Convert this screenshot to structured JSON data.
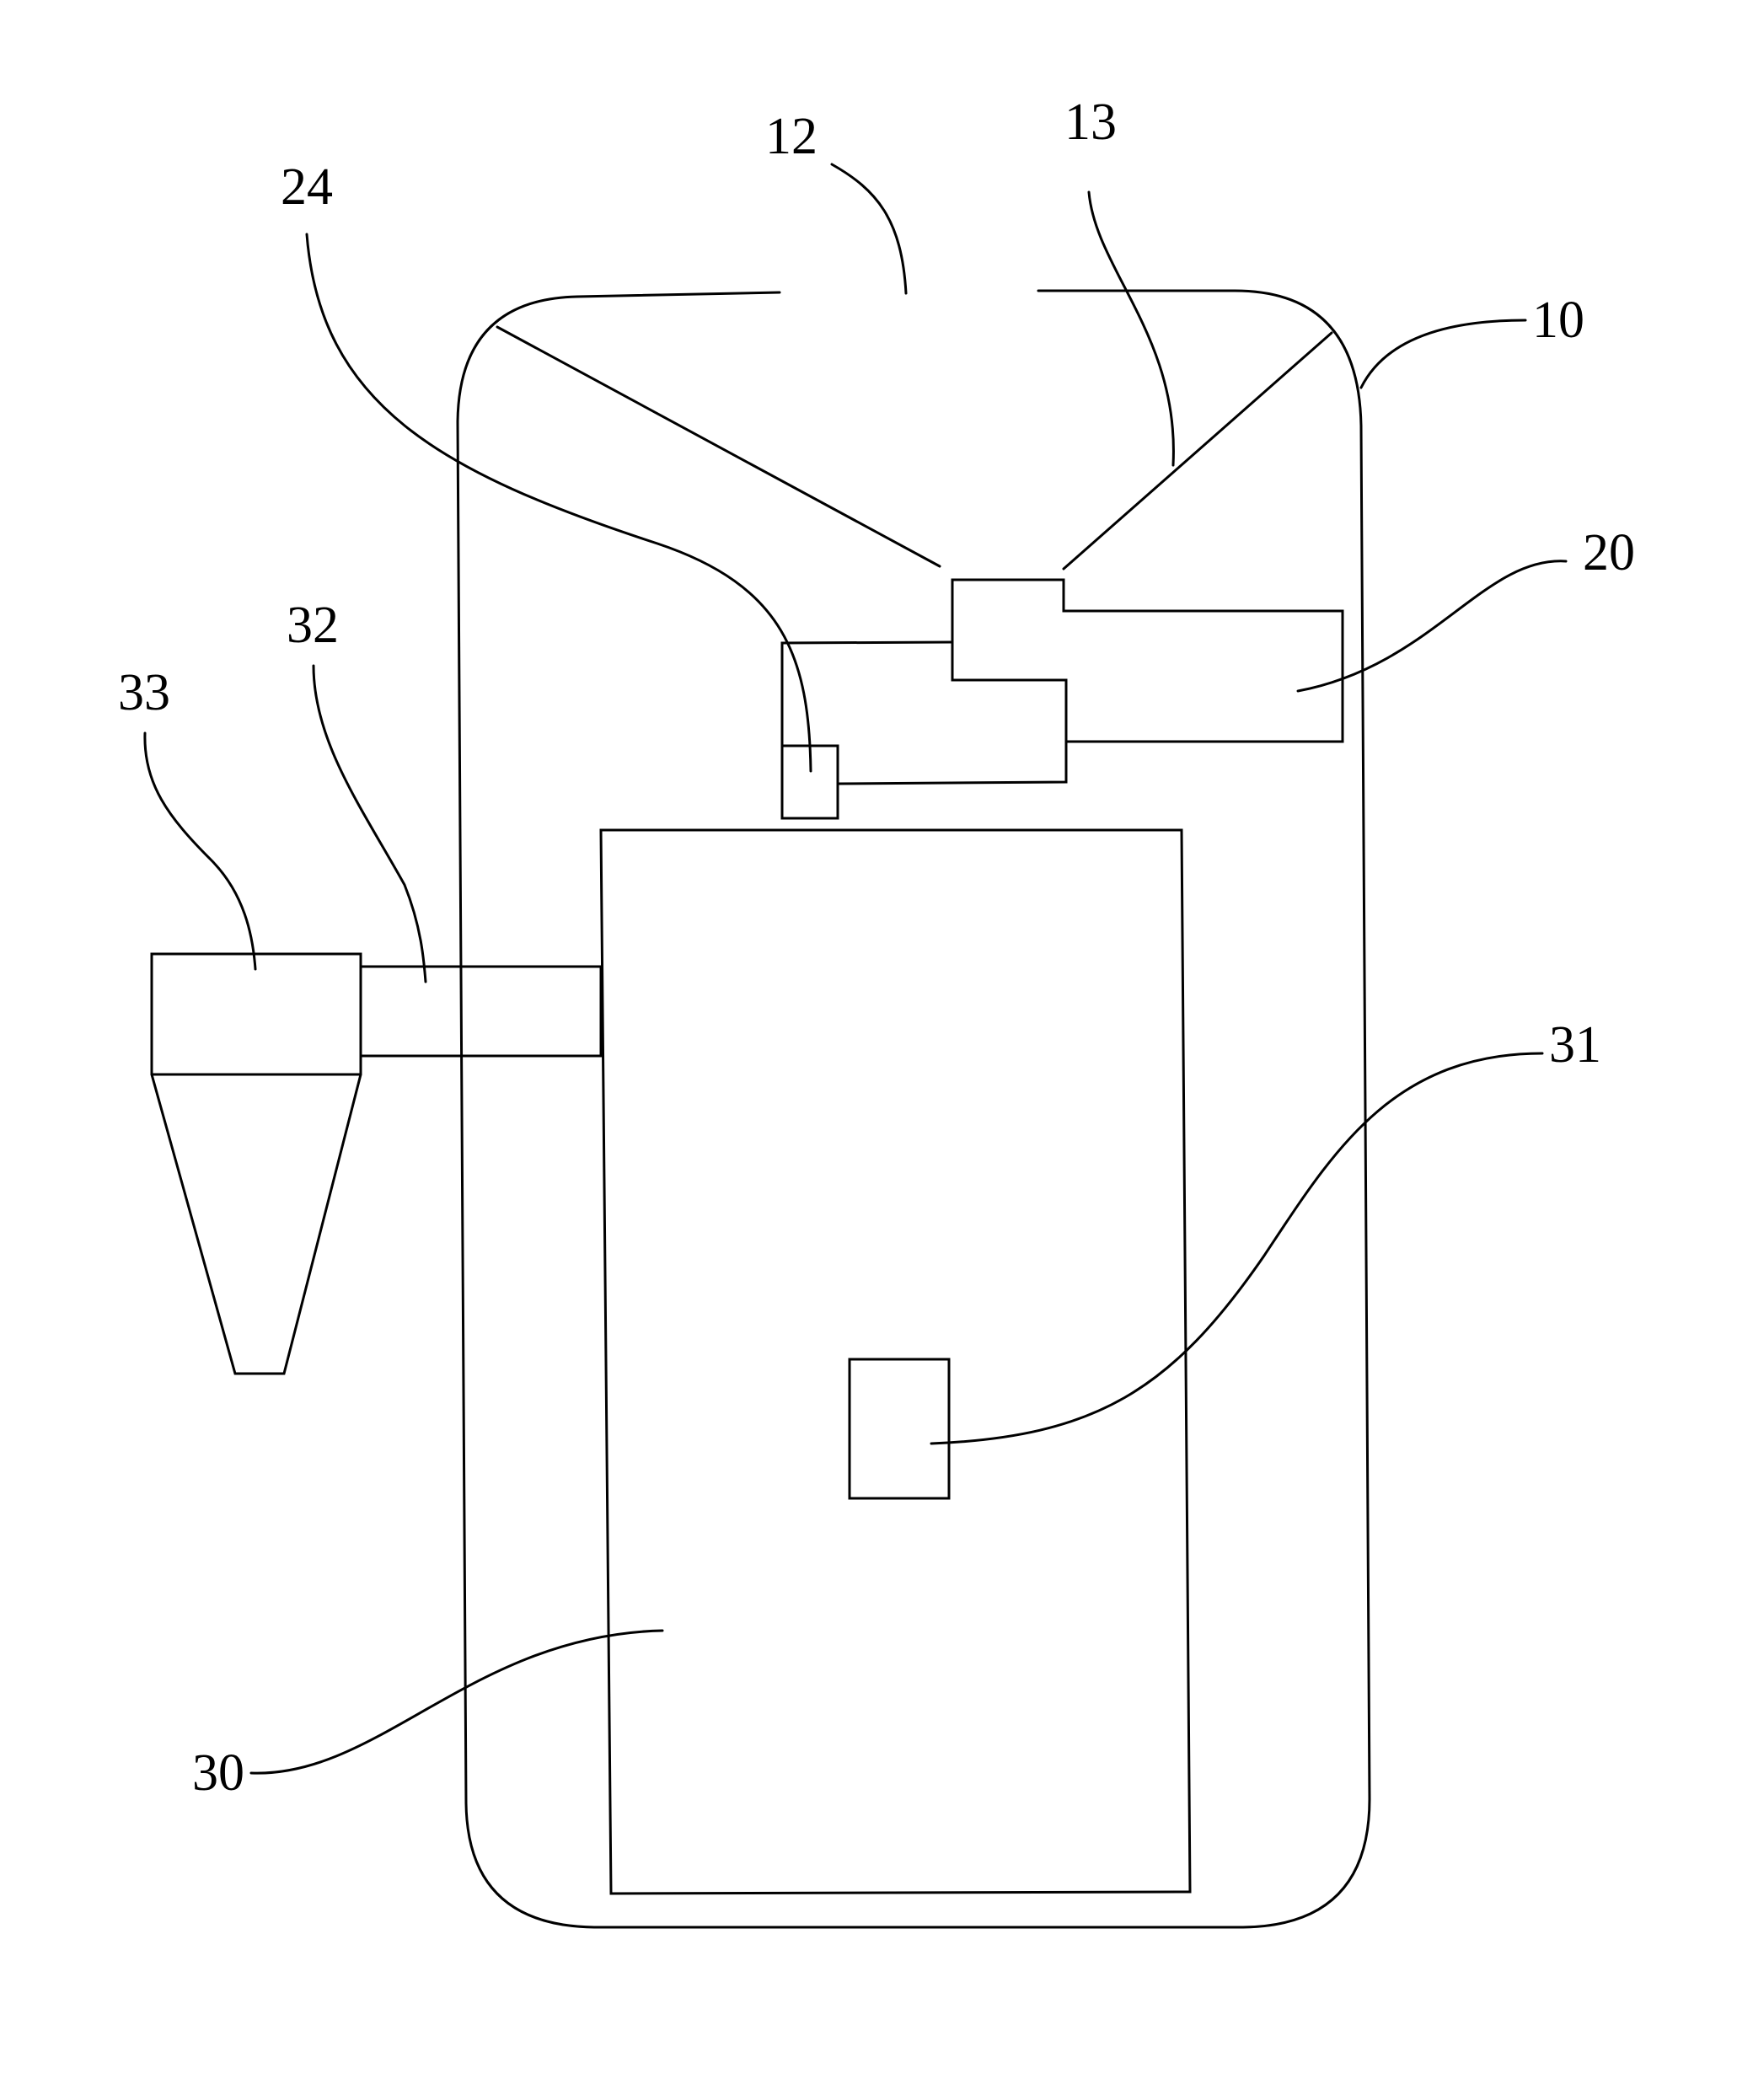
{
  "figure": {
    "labels": {
      "housing": "10",
      "top_opening": "12",
      "funnel": "13",
      "drive_unit": "20",
      "outlet_nozzle": "24",
      "chamber": "30",
      "sensor": "31",
      "duct": "32",
      "cyclone": "33"
    },
    "colors": {
      "ink": "#000000",
      "paper": "#ffffff"
    }
  }
}
